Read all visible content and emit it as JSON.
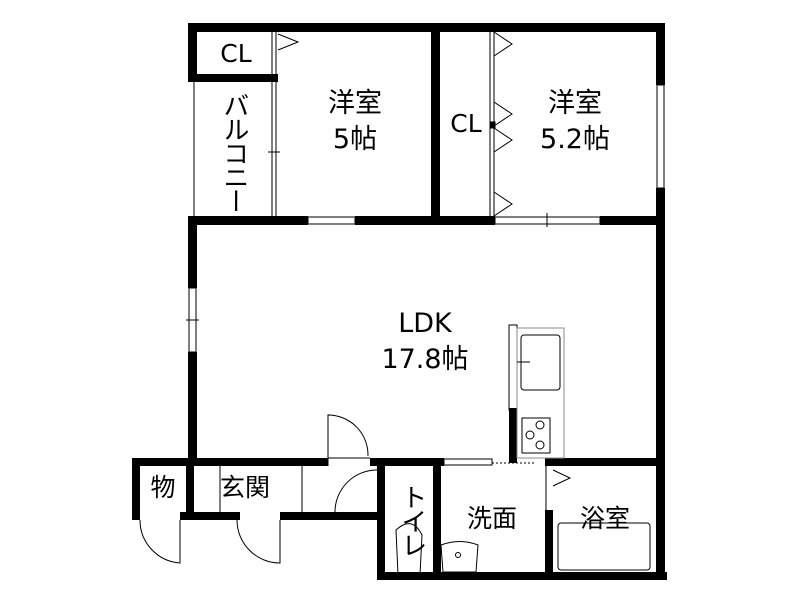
{
  "floorplan": {
    "rooms": {
      "western_room_1": {
        "name": "洋室",
        "size": "5帖"
      },
      "western_room_2": {
        "name": "洋室",
        "size": "5.2帖"
      },
      "ldk": {
        "name": "LDK",
        "size": "17.8帖"
      },
      "closet_1": {
        "name": "CL"
      },
      "closet_2": {
        "name": "CL"
      },
      "balcony": {
        "name": "バルコニー"
      },
      "storage": {
        "name": "物"
      },
      "entrance": {
        "name": "玄関"
      },
      "toilet": {
        "name": "トイレ"
      },
      "washroom": {
        "name": "洗面"
      },
      "bathroom": {
        "name": "浴室"
      }
    },
    "colors": {
      "wall": "#000000",
      "fixture": "#000000",
      "window": "#888888",
      "background": "#ffffff"
    }
  }
}
